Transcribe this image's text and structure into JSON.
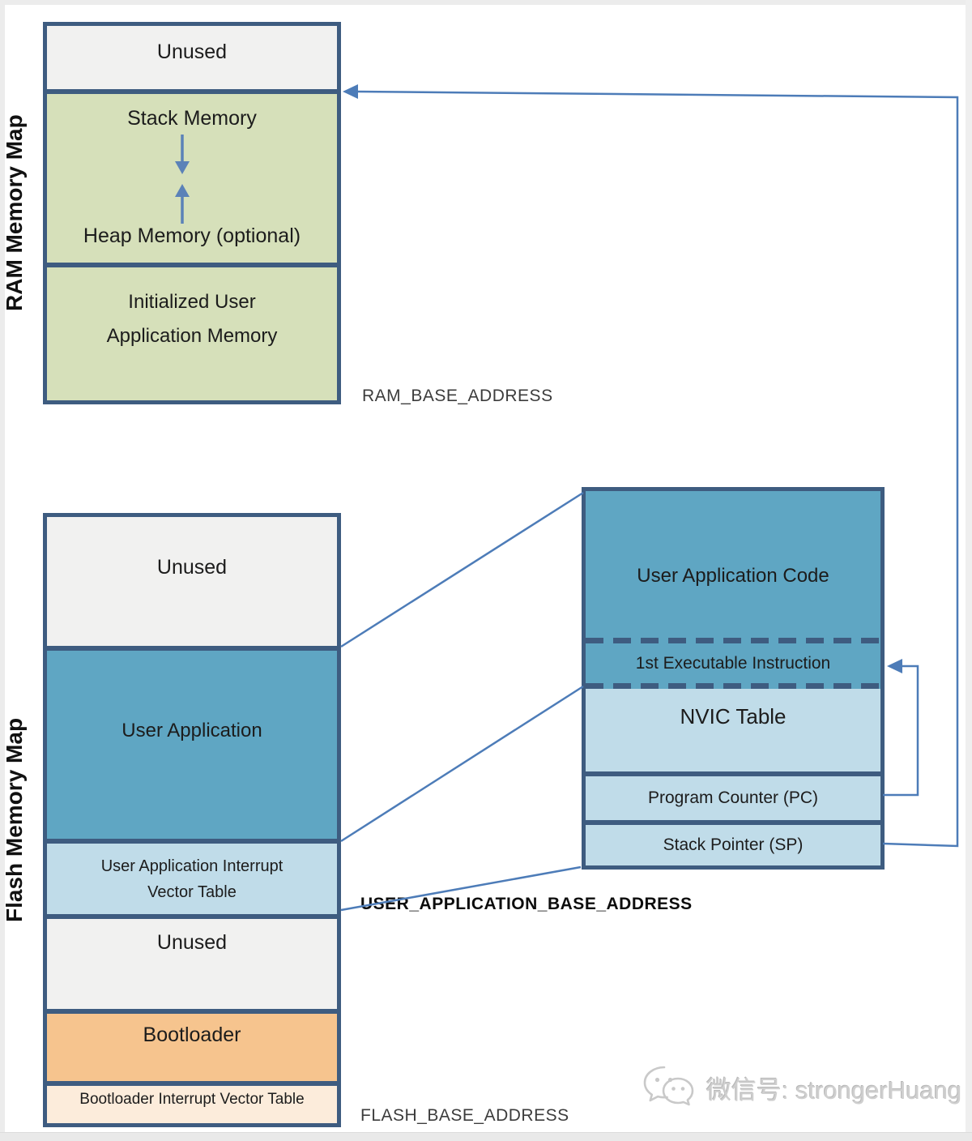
{
  "ram_map": {
    "label": "RAM Memory Map",
    "unused": "Unused",
    "stack": "Stack Memory",
    "heap": "Heap Memory (optional)",
    "init_line1": "Initialized User",
    "init_line2": "Application Memory",
    "base_address": "RAM_BASE_ADDRESS"
  },
  "flash_map": {
    "label": "Flash Memory Map",
    "unused_top": "Unused",
    "user_application": "User Application",
    "ua_ivt_line1": "User Application Interrupt",
    "ua_ivt_line2": "Vector Table",
    "unused_bottom": "Unused",
    "bootloader": "Bootloader",
    "bootloader_ivt": "Bootloader Interrupt Vector Table",
    "base_address": "FLASH_BASE_ADDRESS",
    "user_app_base_address": "USER_APPLICATION_BASE_ADDRESS"
  },
  "expanded_view": {
    "user_application_code": "User Application Code",
    "first_instruction": "1st Executable Instruction",
    "nvic": "NVIC Table",
    "pc": "Program Counter (PC)",
    "sp": "Stack Pointer (SP)"
  },
  "watermark": {
    "icon": "wechat-icon",
    "text": "微信号: strongerHuang"
  },
  "colors": {
    "box_border": "#3e5c80",
    "connector_blue": "#4d7cb8",
    "stack_arrow_blue": "#5b82b8",
    "teal_fill": "#5fa6c3",
    "light_blue_fill": "#c0dce9",
    "green_fill": "#d6e0ba",
    "gray_fill": "#f1f1f0",
    "orange_fill": "#f6c48e",
    "peach_fill": "#fcecdb",
    "address_text": "#3c3c3c",
    "watermark_gray": "#cfcfcf"
  }
}
